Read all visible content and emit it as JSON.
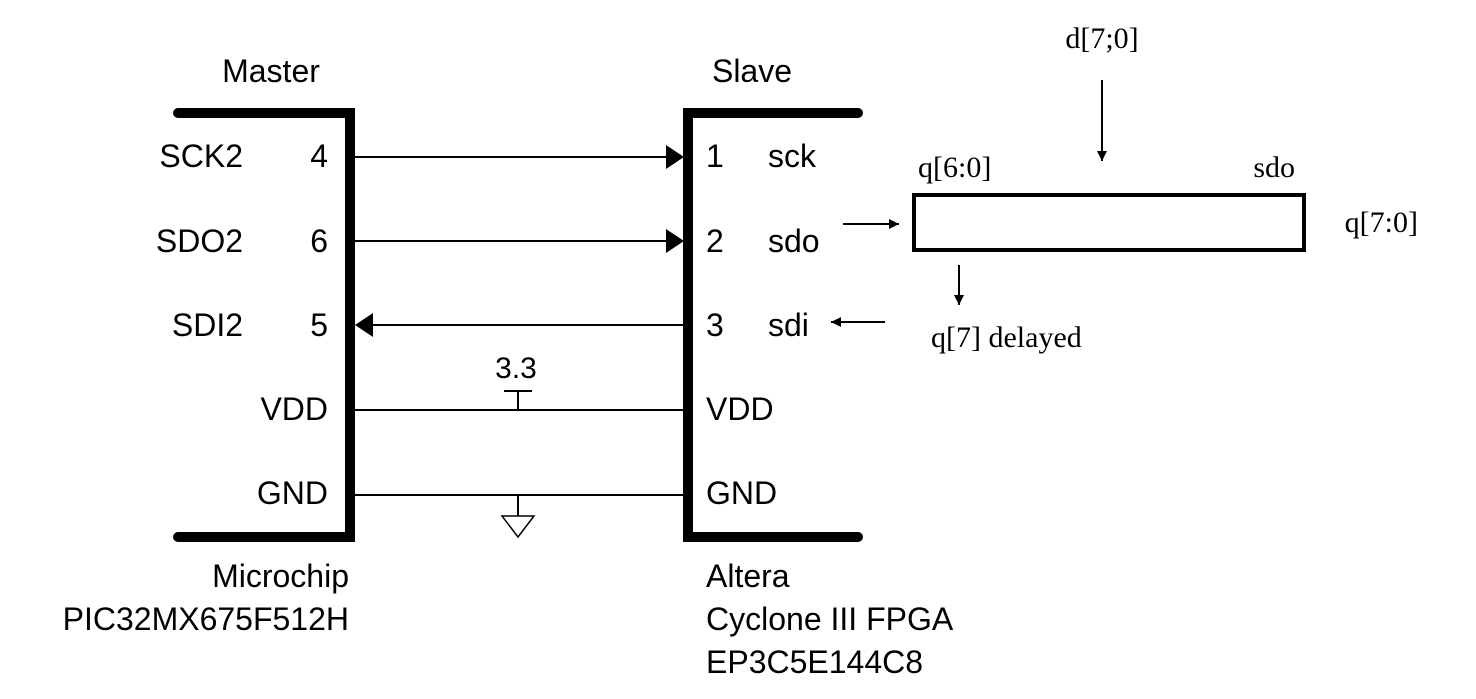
{
  "master": {
    "heading": "Master",
    "pins": [
      {
        "name": "SCK2",
        "number": "4"
      },
      {
        "name": "SDO2",
        "number": "6"
      },
      {
        "name": "SDI2",
        "number": "5"
      },
      {
        "name": "VDD"
      },
      {
        "name": "GND"
      }
    ],
    "vendor": "Microchip",
    "part": "PIC32MX675F512H"
  },
  "slave": {
    "heading": "Slave",
    "pins": [
      {
        "number": "1",
        "name": "sck"
      },
      {
        "number": "2",
        "name": "sdo"
      },
      {
        "number": "3",
        "name": "sdi"
      },
      {
        "name": "VDD"
      },
      {
        "name": "GND"
      }
    ],
    "vendor": "Altera",
    "family": "Cyclone III FPGA",
    "part": "EP3C5E144C8"
  },
  "supply": {
    "voltage": "3.3"
  },
  "shift_register": {
    "input_label": "d[7;0]",
    "left_label": "q[6:0]",
    "right_label": "sdo",
    "register_label": "q[7:0]",
    "output_label": "q[7] delayed"
  }
}
